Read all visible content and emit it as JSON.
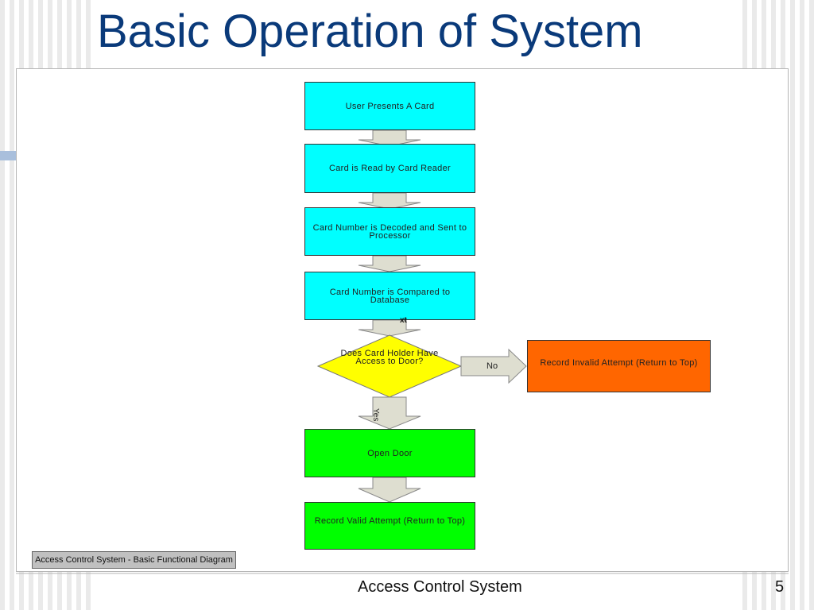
{
  "slide": {
    "title": "Basic Operation of System",
    "footer_text": "Access Control System",
    "page_number": "5"
  },
  "diagram": {
    "nodes": [
      {
        "id": "present",
        "label": "User Presents A Card"
      },
      {
        "id": "read",
        "label": "Card is Read by Card Reader"
      },
      {
        "id": "decode",
        "label": "Card Number is Decoded and Sent to Processor"
      },
      {
        "id": "compare",
        "label": "Card Number is Compared to Database"
      },
      {
        "id": "decision",
        "label": "Does Card Holder Have Access to Door?"
      },
      {
        "id": "invalid",
        "label": "Record Invalid Attempt (Return to Top)"
      },
      {
        "id": "open",
        "label": "Open Door"
      },
      {
        "id": "valid",
        "label": "Record Valid Attempt (Return to Top)"
      }
    ],
    "edges": [
      {
        "from": "present",
        "to": "read",
        "label": ""
      },
      {
        "from": "read",
        "to": "decode",
        "label": ""
      },
      {
        "from": "decode",
        "to": "compare",
        "label": ""
      },
      {
        "from": "compare",
        "to": "decision",
        "label": "xt"
      },
      {
        "from": "decision",
        "to": "invalid",
        "label": "No"
      },
      {
        "from": "decision",
        "to": "open",
        "label": "Yes"
      },
      {
        "from": "open",
        "to": "valid",
        "label": ""
      }
    ],
    "legend": "Access Control System - Basic Functional Diagram",
    "colors": {
      "process": "#00ffff",
      "decision": "#ffff00",
      "failure": "#ff6600",
      "success": "#00ff00",
      "arrow": "#e0e0d0"
    }
  }
}
